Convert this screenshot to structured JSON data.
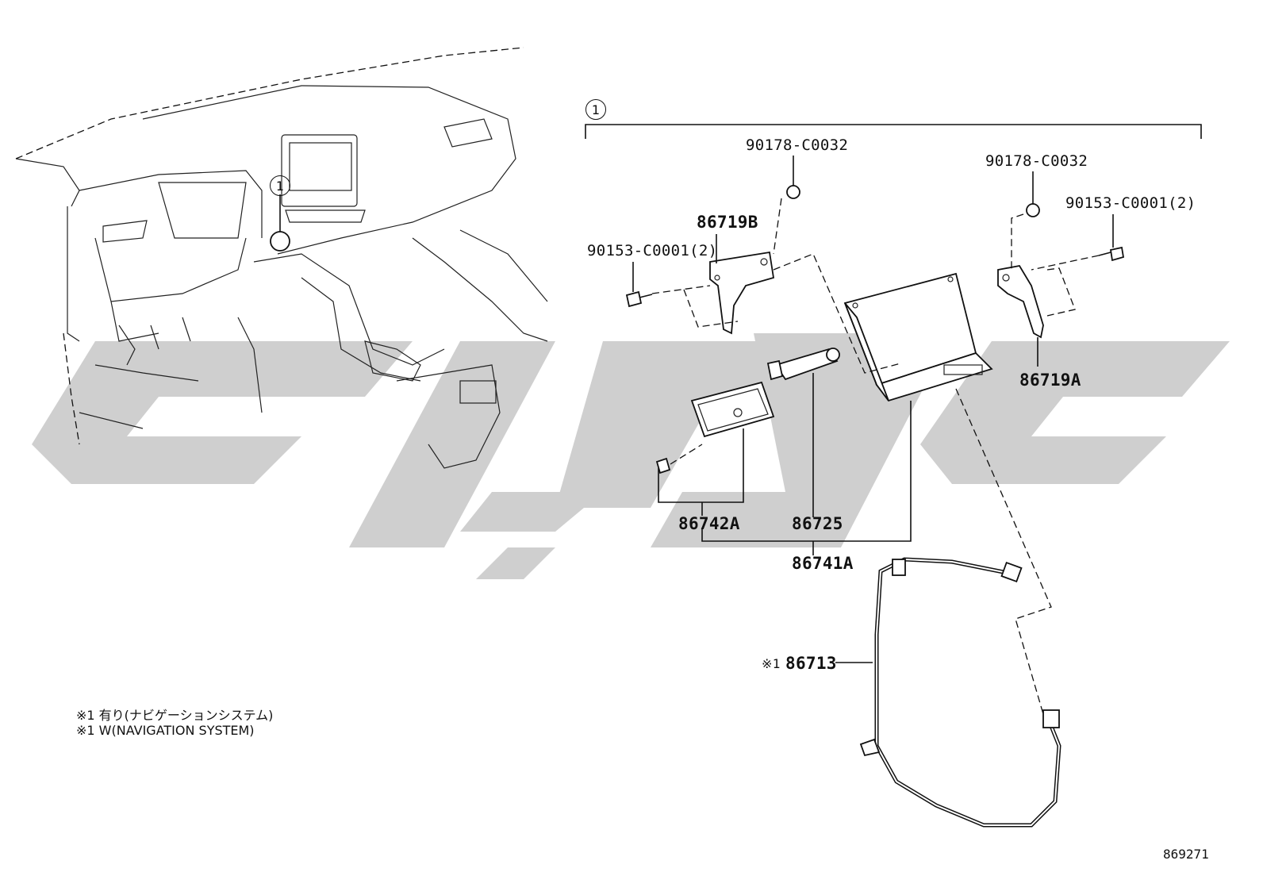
{
  "callout": "1",
  "labels": {
    "nut_left": "90178-C0032",
    "nut_right": "90178-C0032",
    "bolt_left": "90153-C0001(2)",
    "bolt_right": "90153-C0001(2)",
    "bracket_left": "86719B",
    "bracket_right": "86719A",
    "cover": "86742A",
    "connector": "86725",
    "receiver": "86741A",
    "wire": "86713",
    "wire_mark": "※1"
  },
  "notes": {
    "line1": "※1 有り(ナビゲーションシステム)",
    "line2": "※1 W(NAVIGATION SYSTEM)"
  },
  "figure_number": "869271",
  "colors": {
    "watermark": "#cfcfcf",
    "ink": "#111111"
  }
}
